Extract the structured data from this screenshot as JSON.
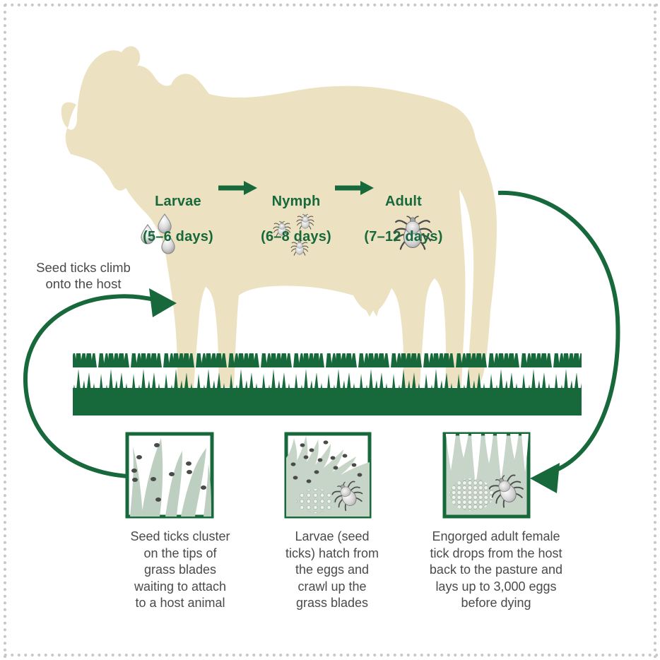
{
  "palette": {
    "green": "#17693b",
    "cow_beige": "#ece2c1",
    "sage": "#bccfc0",
    "sage_box_bg": "#c6d5c8",
    "caption_gray": "#4a4a4a",
    "border_dot_gray": "#c8c8c8",
    "tick_gray": "#bdbdbd"
  },
  "cycle": {
    "host_annotation": "Seed ticks climb\nonto the host",
    "stages": [
      {
        "name": "Larvae",
        "duration": "(5–6 days)",
        "icon": "larvae-seed-ticks-icon"
      },
      {
        "name": "Nymph",
        "duration": "(6–8 days)",
        "icon": "nymph-ticks-icon"
      },
      {
        "name": "Adult",
        "duration": "(7–12 days)",
        "icon": "adult-tick-icon"
      }
    ],
    "pasture_steps": [
      {
        "caption": "Seed ticks cluster\non the tips of\ngrass blades\nwaiting to attach\nto a host animal",
        "icon": "seed-ticks-grass-box"
      },
      {
        "caption": "Larvae (seed\nticks) hatch from\nthe eggs and\ncrawl up the\ngrass blades",
        "icon": "eggs-hatching-grass-box"
      },
      {
        "caption": "Engorged adult female\ntick drops from the host\nback to the pasture and\nlays up to 3,000 eggs\nbefore dying",
        "icon": "engorged-tick-grass-box"
      }
    ]
  },
  "icons": {
    "cow": "brahman-cattle-silhouette",
    "grass": "pasture-grass-strip",
    "left_arrow": "seed-ticks-to-host-arrow",
    "right_arrow": "adult-drop-to-pasture-arrow",
    "stage_arrow": "stage-progression-arrow"
  }
}
